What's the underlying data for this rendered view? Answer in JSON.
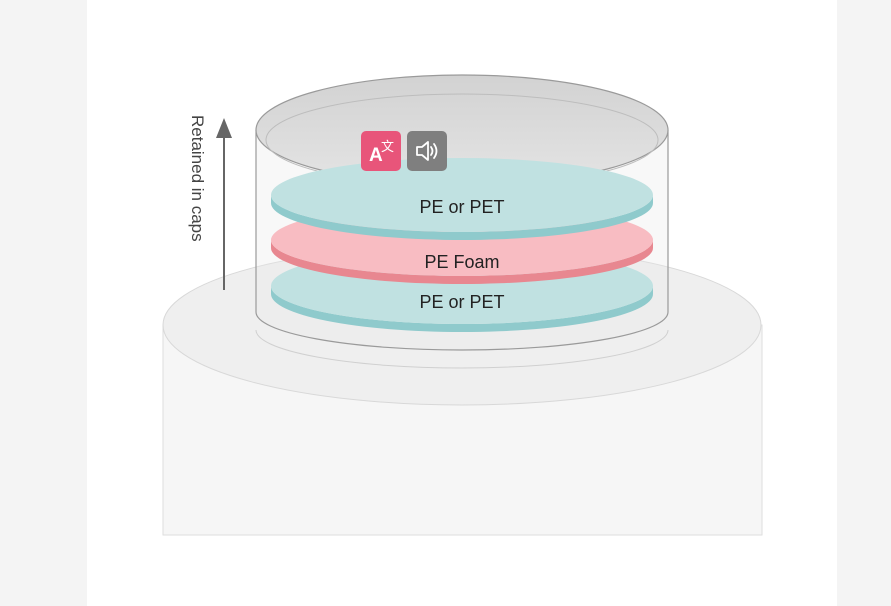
{
  "diagram": {
    "axis_label": "Retained in caps",
    "layers": [
      {
        "label": "PE or PET",
        "material": "PE or PET",
        "color": "#bfe0e0"
      },
      {
        "label": "PE Foam",
        "material": "PE Foam",
        "color": "#f7b9bf"
      },
      {
        "label": "PE or PET",
        "material": "PE or PET",
        "color": "#bfe0e0"
      }
    ],
    "colors": {
      "pe_pet_fill": "#bfe0e0",
      "pe_pet_edge": "#8fcbcc",
      "foam_fill": "#f8bcc2",
      "foam_edge": "#e98c95",
      "bottle": "#f5f5f5",
      "cap_outline": "#8f8f8f",
      "arrow": "#666666"
    }
  },
  "toolbar": {
    "translate_icon": "translate-icon",
    "speaker_icon": "speaker-icon",
    "translate_color": "#e8557a",
    "speaker_color": "#7f7f7f"
  }
}
